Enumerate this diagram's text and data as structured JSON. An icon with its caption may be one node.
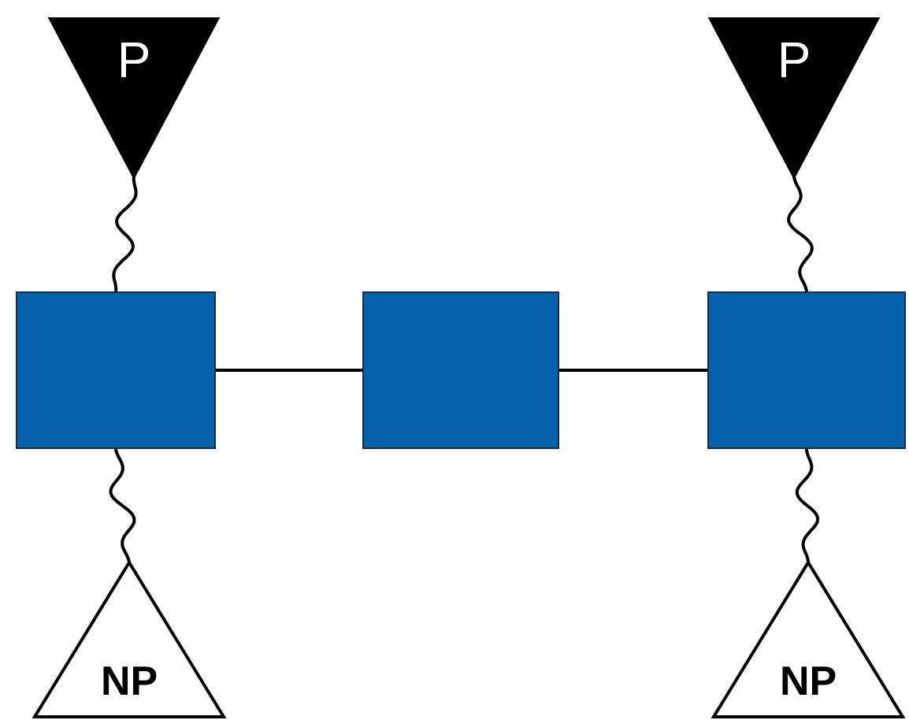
{
  "diagram": {
    "nodes": [
      {
        "text": [
          "P"
        ]
      },
      {
        "text": [
          "P"
        ]
      },
      {
        "text": [],
        "shape": "box"
      },
      {
        "text": [],
        "shape": "box"
      },
      {
        "text": [],
        "shape": "box"
      },
      {
        "text": [
          "NP"
        ]
      },
      {
        "text": [
          "NP"
        ]
      }
    ],
    "edges": [
      {
        "from": 0,
        "to": 2,
        "arrow": "none"
      },
      {
        "from": 1,
        "to": 4,
        "arrow": "none"
      },
      {
        "from": 2,
        "to": 3,
        "arrow": "none"
      },
      {
        "from": 3,
        "to": 4,
        "arrow": "none"
      },
      {
        "from": 2,
        "to": 5,
        "arrow": "none"
      },
      {
        "from": 4,
        "to": 6,
        "arrow": "none"
      }
    ]
  }
}
